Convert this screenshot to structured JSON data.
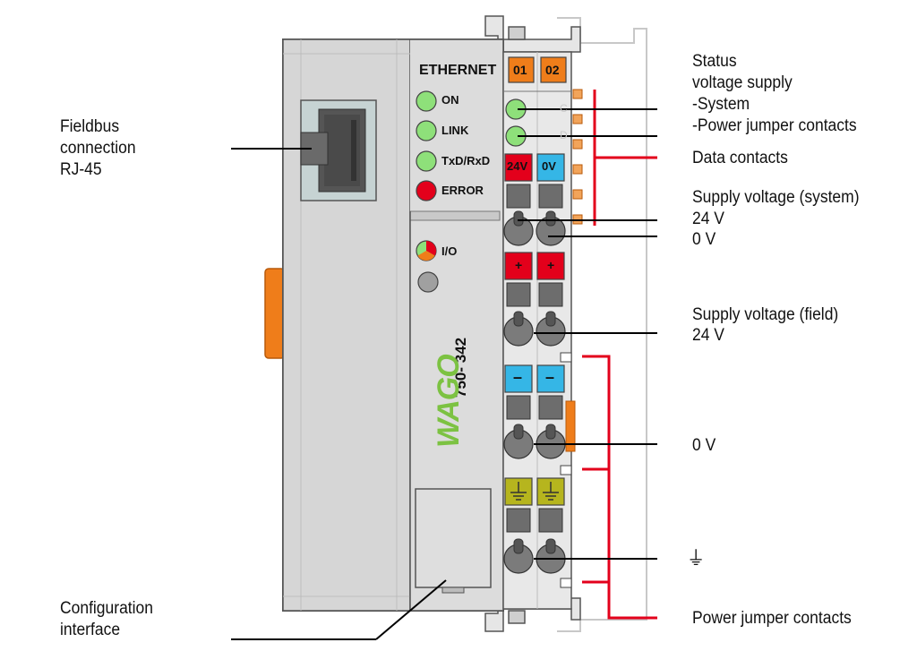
{
  "device": {
    "bus_name": "ETHERNET",
    "leds": {
      "on": "ON",
      "link": "LINK",
      "txrx": "TxD/RxD",
      "error": "ERROR",
      "io": "I/O"
    },
    "brand": "WAGO",
    "model": "750- 342",
    "jumpers": {
      "left": "01",
      "right": "02"
    },
    "status_led_letters": {
      "top": "C",
      "bottom": "D"
    },
    "supply_terms": {
      "plus24": "24V",
      "zero": "0V"
    },
    "field_plus": "+",
    "field_minus": "–"
  },
  "callouts": {
    "fieldbus": [
      "Fieldbus",
      "connection",
      "RJ-45"
    ],
    "config": [
      "Configuration",
      "interface"
    ],
    "status": [
      "Status",
      "voltage supply",
      "-System",
      "-Power jumper contacts"
    ],
    "data_contacts": "Data contacts",
    "supply_system": [
      "Supply voltage (system)",
      "24 V",
      "0 V"
    ],
    "supply_field": [
      "Supply voltage (field)",
      "24 V"
    ],
    "zero_v": "0 V",
    "ground": "⏚",
    "power_jumper": "Power jumper contacts"
  },
  "colors": {
    "housing": "#d9d9d9",
    "housing_dark": "#a9a9a9",
    "led_green": "#8ee07a",
    "led_red": "#e3001b",
    "jumper_orange": "#ef7d1a",
    "terminal_red": "#e3001b",
    "terminal_blue": "#35b6e6",
    "terminal_olive": "#b6b51e",
    "wago_green": "#7cc242",
    "callout_line": "#000000",
    "contact_red": "#e3001b"
  }
}
